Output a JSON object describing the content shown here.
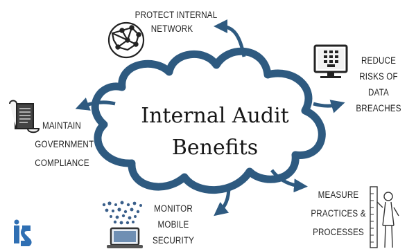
{
  "title": {
    "line1": "Internal Audit",
    "line2": "Benefits"
  },
  "benefits": [
    {
      "lines": [
        "PROTECT INTERNAL",
        "NETWORK"
      ],
      "icon": "network-globe-icon"
    },
    {
      "lines": [
        "REDUCE",
        "RISKS OF",
        "DATA",
        "BREACHES"
      ],
      "icon": "monitor-keypad-icon"
    },
    {
      "lines": [
        "MEASURE",
        "PRACTICES &",
        "PROCESSES"
      ],
      "icon": "person-ruler-icon"
    },
    {
      "lines": [
        "MONITOR",
        "MOBILE",
        "SECURITY"
      ],
      "icon": "laptop-data-icon"
    },
    {
      "lines": [
        "MAINTAIN",
        "GOVERNMENT",
        "COMPLIANCE"
      ],
      "icon": "scroll-document-icon"
    }
  ],
  "colors": {
    "cloud_stroke": "#2e5a80",
    "arrow": "#2e5a80",
    "text": "#1f1f1f",
    "logo": "#2f6fb3"
  }
}
